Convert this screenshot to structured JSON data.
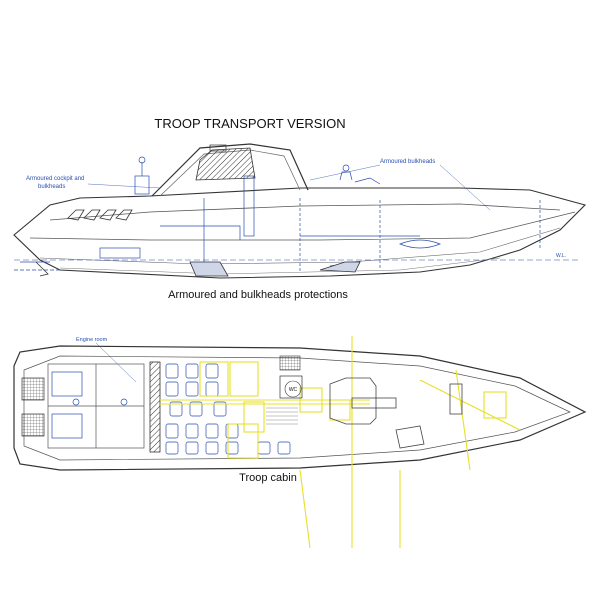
{
  "diagram": {
    "title": "TROOP    TRANSPORT    VERSION",
    "profile": {
      "label_cockpit_line1": "Armoured cockpit and",
      "label_cockpit_line2": "bulkheads",
      "label_bulkheads": "Armoured bulkheads",
      "label_waterline": "W.L.",
      "caption": "Armoured and bulkheads  protections"
    },
    "plan": {
      "label_engine_room": "Engine room",
      "label_wc": "WC",
      "caption": "Troop cabin"
    }
  },
  "colors": {
    "ink": "#222222",
    "blueprint": "#2a4fb0",
    "yellow": "#e8e02a",
    "label_blue": "#2a4fb0"
  }
}
